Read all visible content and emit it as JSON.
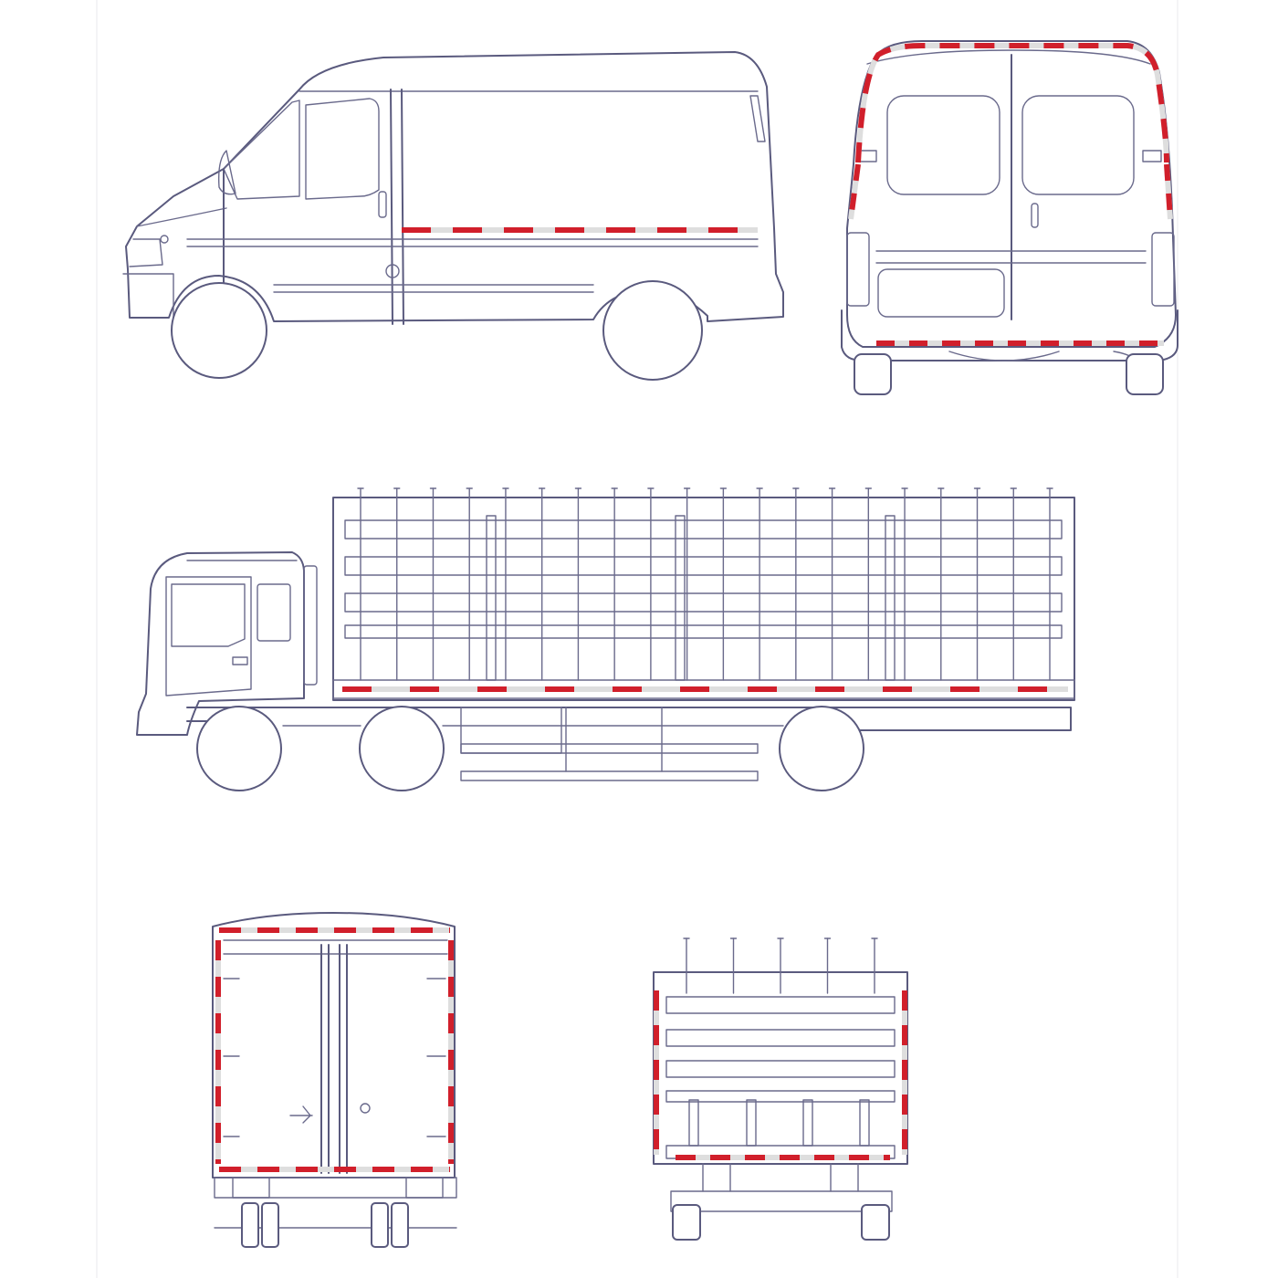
{
  "colors": {
    "line": "#5a5a7e",
    "reflective_red": "#d11f2b",
    "reflective_white": "#dedede",
    "background": "#ffffff"
  },
  "views": [
    {
      "id": "van-side",
      "icon": "van-side-view-icon"
    },
    {
      "id": "van-rear",
      "icon": "van-rear-view-icon"
    },
    {
      "id": "stake-truck-side",
      "icon": "stake-truck-side-view-icon"
    },
    {
      "id": "box-truck-rear",
      "icon": "box-truck-rear-view-icon"
    },
    {
      "id": "stake-truck-rear",
      "icon": "stake-truck-rear-view-icon"
    }
  ]
}
